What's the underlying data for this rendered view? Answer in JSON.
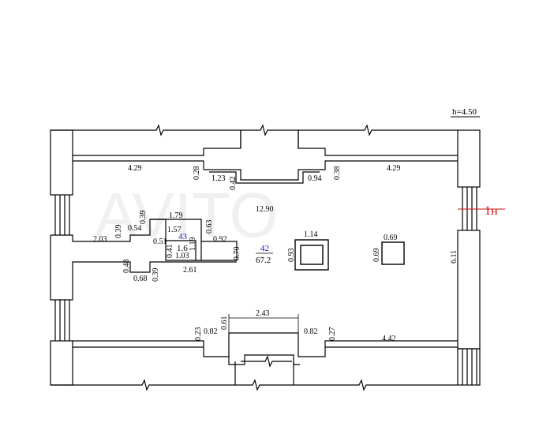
{
  "height_label": "h=4.50",
  "level_mark": "1н",
  "watermark": "AVITO",
  "rooms": [
    {
      "number": "42",
      "area": "67.2"
    },
    {
      "number": "43",
      "area": "1.6"
    }
  ],
  "dims": {
    "top_left_wall": "4.29",
    "top_right_wall": "4.29",
    "top_left_niche_depth": "0.28",
    "top_left_niche_width": "1.23",
    "top_left_niche_offset": "0.42",
    "top_right_niche_width": "0.94",
    "top_right_niche_depth": "0.38",
    "room_length": "12.90",
    "right_wall": "6.11",
    "left_wall_upper": "2.03",
    "left_wall_step": "0.39",
    "left_wall_step2": "0.54",
    "cabin_width_top": "1.79",
    "cabin_offset_top": "0.39",
    "cabin_inner_width": "1.57",
    "cabin_side_a": "0.63",
    "cabin_side_b": "1.19",
    "cabin_small_a": "0.51",
    "cabin_small_b": "0.41",
    "cabin_bottom": "1.03",
    "cabin_box_width": "0.92",
    "cabin_box_depth": "0.70",
    "lower_left_a": "0.48",
    "lower_left_b": "0.68",
    "lower_left_c": "0.39",
    "lower_left_d": "2.61",
    "column_1_width": "1.14",
    "column_1_depth": "0.93",
    "column_2_width": "0.69",
    "column_2_depth": "0.69",
    "bottom_span": "2.43",
    "bottom_left_depth": "0.23",
    "bottom_left_width": "0.82",
    "bottom_left_inner": "0.61",
    "bottom_right_width": "0.82",
    "bottom_right_depth": "0.27",
    "bottom_right_wall": "4.42"
  }
}
